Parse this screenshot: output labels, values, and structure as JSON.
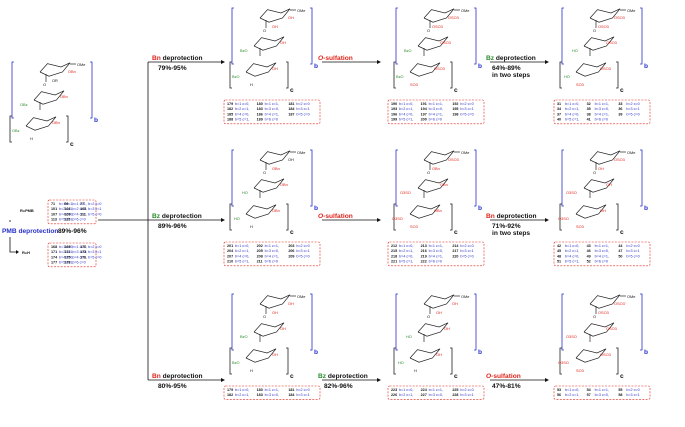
{
  "start": {
    "ome": "OMe",
    "or": "OR",
    "obn": "OBn",
    "obz": "OBz",
    "h": "H",
    "b": "b",
    "c": "c",
    "r_pmb": "R=PMB",
    "r_h": "R=H",
    "pmb_deprotection": "PMB deprotection",
    "pmb_yield": "89%-96%",
    "pmb_table": [
      [
        "71",
        "b=1 c=1,",
        "99",
        "b=1 c=1,",
        "77",
        "b=2 c=0"
      ],
      [
        "101",
        "b=2 c=1,",
        "103",
        "b=2 c=1,",
        "103",
        "b=3 c=1"
      ],
      [
        "107",
        "b=4 c=0,",
        "109",
        "b=4 c=1,",
        "111",
        "b=5 c=0"
      ],
      [
        "113",
        "b=5 c=1,",
        "115",
        "b=6 c=0",
        "",
        ""
      ]
    ],
    "h_table": [
      [
        "168",
        "b=1 c=0,",
        "169",
        "b=1 c=1,",
        "170",
        "b=2 c=0"
      ],
      [
        "171",
        "b=2 c=1,",
        "172",
        "b=3 c=0,",
        "173",
        "b=3 c=1"
      ],
      [
        "174",
        "b=4 c=0,",
        "175",
        "b=4 c=1,",
        "176",
        "b=5 c=0"
      ],
      [
        "177",
        "b=5 c=1,",
        "178",
        "b=6 c=0",
        "",
        ""
      ]
    ]
  },
  "rows": [
    {
      "step1": {
        "reagent": "Bn",
        "text": " deprotection",
        "yield": "79%-95%"
      },
      "step2": {
        "reagent": "O",
        "text": "-sulfation",
        "yield": ""
      },
      "step3": {
        "reagent": "Bz",
        "text": " deprotection",
        "yield": "64%-89%",
        "extra": "in two steps"
      },
      "tables": [
        [
          [
            "179",
            "b=1 c=0,",
            "180",
            "b=1 c=1,",
            "181",
            "b=2 c=0"
          ],
          [
            "182",
            "b=2 c=1,",
            "183",
            "b=3 c=0,",
            "184",
            "b=3 c=1"
          ],
          [
            "185",
            "b=4 c=0,",
            "186",
            "b=4 c=1,",
            "187",
            "b=5 c=0"
          ],
          [
            "188",
            "b=5 c=1,",
            "189",
            "b=6 c=0",
            "",
            ""
          ]
        ],
        [
          [
            "190",
            "b=1 c=0,",
            "191",
            "b=1 c=1,",
            "192",
            "b=2 c=0"
          ],
          [
            "193",
            "b=2 c=1,",
            "194",
            "b=3 c=0,",
            "195",
            "b=3 c=1"
          ],
          [
            "196",
            "b=4 c=0,",
            "197",
            "b=4 c=1,",
            "198",
            "b=5 c=0"
          ],
          [
            "199",
            "b=5 c=1,",
            "200",
            "b=6 c=0",
            "",
            ""
          ]
        ],
        [
          [
            "31",
            "b=1 c=0,",
            "32",
            "b=1 c=1,",
            "33",
            "b=2 c=0"
          ],
          [
            "34",
            "b=2 c=1,",
            "35",
            "b=3 c=0,",
            "36",
            "b=3 c=1"
          ],
          [
            "37",
            "b=4 c=0,",
            "38",
            "b=4 c=1,",
            "39",
            "b=5 c=0"
          ],
          [
            "40",
            "b=5 c=1,",
            "41",
            "b=6 c=0",
            "",
            ""
          ]
        ]
      ]
    },
    {
      "step1": {
        "reagent": "Bz",
        "text": " deprotection",
        "yield": "89%-96%"
      },
      "step2": {
        "reagent": "O",
        "text": "-sulfation",
        "yield": ""
      },
      "step3": {
        "reagent": "Bn",
        "text": " deprotection",
        "yield": "71%-92%",
        "extra": "in two steps"
      },
      "tables": [
        [
          [
            "201",
            "b=1 c=0,",
            "202",
            "b=1 c=1,",
            "203",
            "b=2 c=0"
          ],
          [
            "204",
            "b=2 c=1,",
            "205",
            "b=3 c=0,",
            "206",
            "b=3 c=1"
          ],
          [
            "207",
            "b=4 c=0,",
            "208",
            "b=4 c=1,",
            "209",
            "b=5 c=0"
          ],
          [
            "210",
            "b=5 c=1,",
            "211",
            "b=6 c=0",
            "",
            ""
          ]
        ],
        [
          [
            "212",
            "b=1 c=0,",
            "213",
            "b=1 c=1,",
            "214",
            "b=2 c=0"
          ],
          [
            "215",
            "b=2 c=1,",
            "216",
            "b=3 c=0,",
            "217",
            "b=3 c=1"
          ],
          [
            "218",
            "b=4 c=0,",
            "219",
            "b=4 c=1,",
            "220",
            "b=5 c=0"
          ],
          [
            "221",
            "b=5 c=1,",
            "222",
            "b=6 c=0",
            "",
            ""
          ]
        ],
        [
          [
            "42",
            "b=1 c=0,",
            "43",
            "b=1 c=1,",
            "44",
            "b=2 c=0"
          ],
          [
            "45",
            "b=2 c=1,",
            "46",
            "b=3 c=0,",
            "47",
            "b=3 c=1"
          ],
          [
            "48",
            "b=4 c=0,",
            "49",
            "b=4 c=1,",
            "50",
            "b=5 c=0"
          ],
          [
            "51",
            "b=5 c=1,",
            "52",
            "b=6 c=0",
            "",
            ""
          ]
        ]
      ]
    },
    {
      "step1": {
        "reagent": "Bn",
        "text": " deprotection",
        "yield": "80%-95%"
      },
      "step2": {
        "reagent": "Bz",
        "text": " deprotection",
        "yield": "82%-96%"
      },
      "step3": {
        "reagent": "O",
        "text": "-sulfation",
        "yield": "47%-81%",
        "extra": ""
      },
      "tables": [
        [
          [
            "179",
            "b=1 c=0,",
            "180",
            "b=1 c=1,",
            "181",
            "b=2 c=0"
          ],
          [
            "182",
            "b=2 c=1,",
            "183",
            "b=3 c=0,",
            "184",
            "b=3 c=1"
          ]
        ],
        [
          [
            "223",
            "b=1 c=0,",
            "224",
            "b=1 c=1,",
            "225",
            "b=2 c=0"
          ],
          [
            "226",
            "b=2 c=1,",
            "227",
            "b=3 c=0,",
            "228",
            "b=3 c=1"
          ]
        ],
        [
          [
            "53",
            "b=1 c=0,",
            "54",
            "b=1 c=1,",
            "55",
            "b=2 c=0"
          ],
          [
            "56",
            "b=2 c=1,",
            "57",
            "b=3 c=0,",
            "58",
            "b=3 c=1"
          ]
        ]
      ]
    }
  ],
  "labels": {
    "ome": "OMe",
    "oh": "OH",
    "obn": "OBn",
    "bzo": "BzO",
    "ho": "HO",
    "oso3": "OSO3",
    "so3": "SO3",
    "h": "H",
    "b": "b",
    "c": "c",
    "o3so": "O3SO",
    "oso3m": "OSO3⁻"
  },
  "colors": {
    "red": "#e0241b",
    "green": "#2a8a2a",
    "blue": "#2830c8"
  }
}
